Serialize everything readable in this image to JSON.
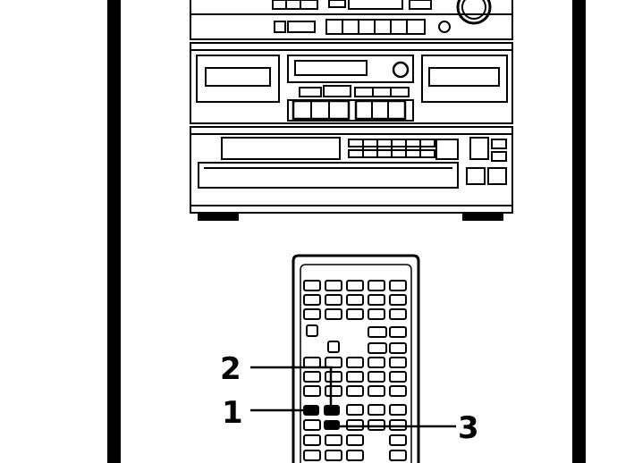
{
  "figure": {
    "callouts": [
      {
        "id": "2",
        "label": "2"
      },
      {
        "id": "1",
        "label": "1"
      },
      {
        "id": "3",
        "label": "3"
      }
    ],
    "colors": {
      "ink": "#000000",
      "paper": "#ffffff",
      "shade": "#cfcfcf"
    }
  }
}
